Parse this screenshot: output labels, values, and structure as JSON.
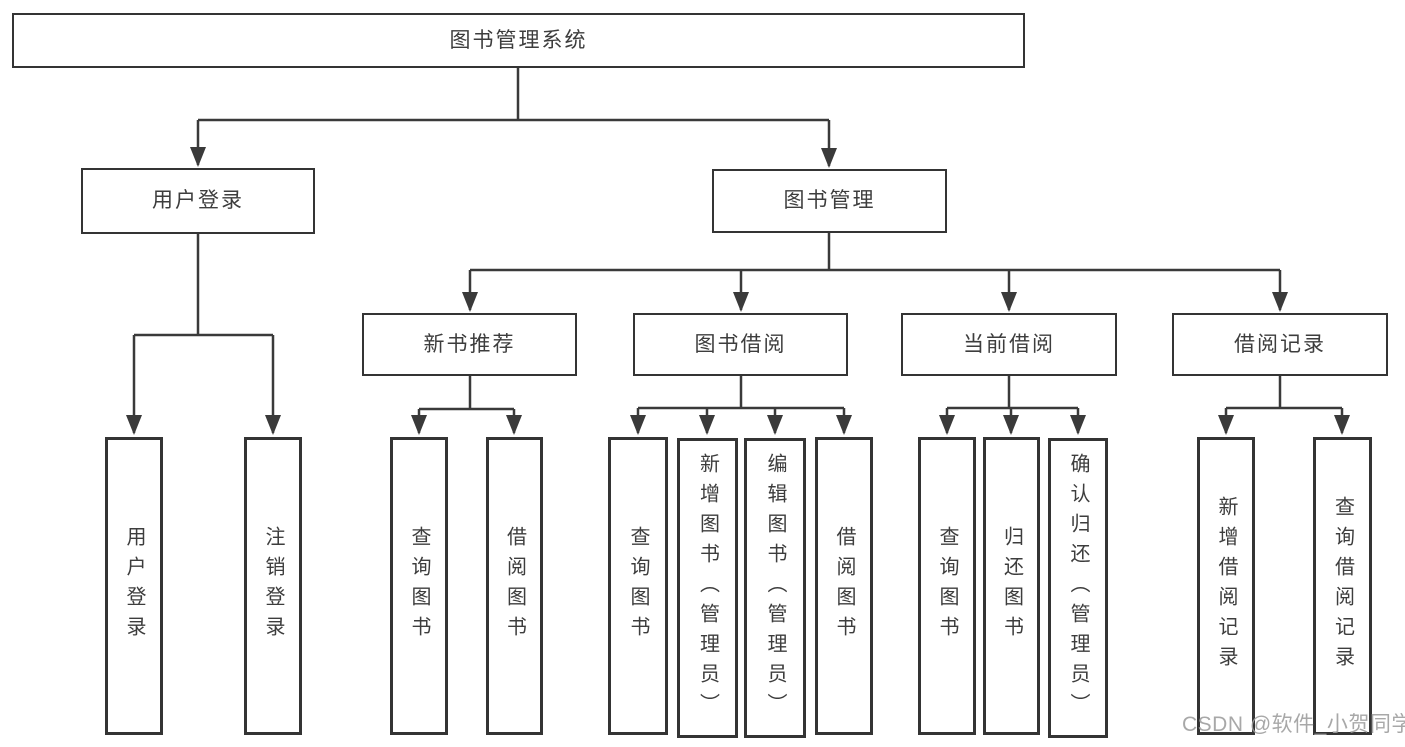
{
  "colors": {
    "line": "#3a3a3a",
    "box_border": "#343434",
    "text": "#3d3d3d",
    "watermark": "#9e9e9e",
    "background": "#ffffff"
  },
  "watermark": {
    "text": "CSDN @软件_小贺同学"
  },
  "tree": {
    "root": {
      "label": "图书管理系统"
    },
    "branches": [
      {
        "label": "用户登录",
        "children": [
          {
            "label": "用户登录"
          },
          {
            "label": "注销登录"
          }
        ]
      },
      {
        "label": "图书管理",
        "sections": [
          {
            "label": "新书推荐",
            "children": [
              {
                "label": "查询图书"
              },
              {
                "label": "借阅图书"
              }
            ]
          },
          {
            "label": "图书借阅",
            "children": [
              {
                "label": "查询图书"
              },
              {
                "label": "新增图书（管理员）"
              },
              {
                "label": "编辑图书（管理员）"
              },
              {
                "label": "借阅图书"
              }
            ]
          },
          {
            "label": "当前借阅",
            "children": [
              {
                "label": "查询图书"
              },
              {
                "label": "归还图书"
              },
              {
                "label": "确认归还（管理员）"
              }
            ]
          },
          {
            "label": "借阅记录",
            "children": [
              {
                "label": "新增借阅记录"
              },
              {
                "label": "查询借阅记录"
              }
            ]
          }
        ]
      }
    ]
  }
}
